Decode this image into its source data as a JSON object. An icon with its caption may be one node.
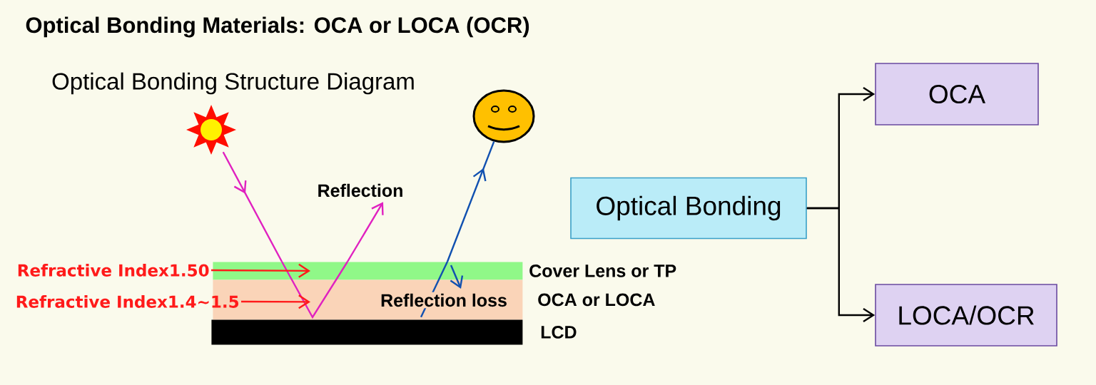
{
  "diagram": {
    "title": "Optical Bonding Materials: OCA or LOCA (OCR)",
    "nodes": [
      {
        "text": [],
        "shape": "sun"
      },
      {
        "text": [],
        "shape": "smiley"
      },
      {
        "text": [
          "Reflection"
        ]
      },
      {
        "text": [
          "Refractive Index1.50"
        ]
      },
      {
        "text": [],
        "shape": "box",
        "beside": [
          "Cover Lens or TP"
        ]
      },
      {
        "text": [
          "Refractive Index1.4∼1.5"
        ]
      },
      {
        "text": [],
        "shape": "box",
        "beside": [
          "OCA or LOCA"
        ]
      },
      {
        "text": [],
        "shape": "box",
        "beside": [
          "LCD"
        ]
      },
      {
        "text": [
          "Optical Bonding"
        ]
      },
      {
        "text": [
          "OCA"
        ]
      },
      {
        "text": [
          "LOCA/OCR"
        ]
      }
    ],
    "edges": [
      {
        "from": 0,
        "to": 4,
        "arrow": "to",
        "color": "#e020c0"
      },
      {
        "from": 4,
        "to": 2,
        "arrow": "to",
        "color": "#e020c0"
      },
      {
        "from": 4,
        "to": 1,
        "arrow": "to",
        "color": "#1050b0"
      },
      {
        "from": 3,
        "to": 4,
        "arrow": "to",
        "color": "#ff1a1a"
      },
      {
        "from": 5,
        "to": 6,
        "arrow": "to",
        "color": "#ff1a1a"
      },
      {
        "from": 8,
        "to": 9,
        "arrow": "to",
        "color": "#000000"
      },
      {
        "from": 8,
        "to": 10,
        "arrow": "to",
        "color": "#000000"
      },
      {
        "from": 6,
        "to": 4,
        "arrow": "none",
        "color": "#1050b0"
      }
    ],
    "labels": [
      "Optical Bonding Structure Diagram",
      "Reflection loss"
    ]
  }
}
